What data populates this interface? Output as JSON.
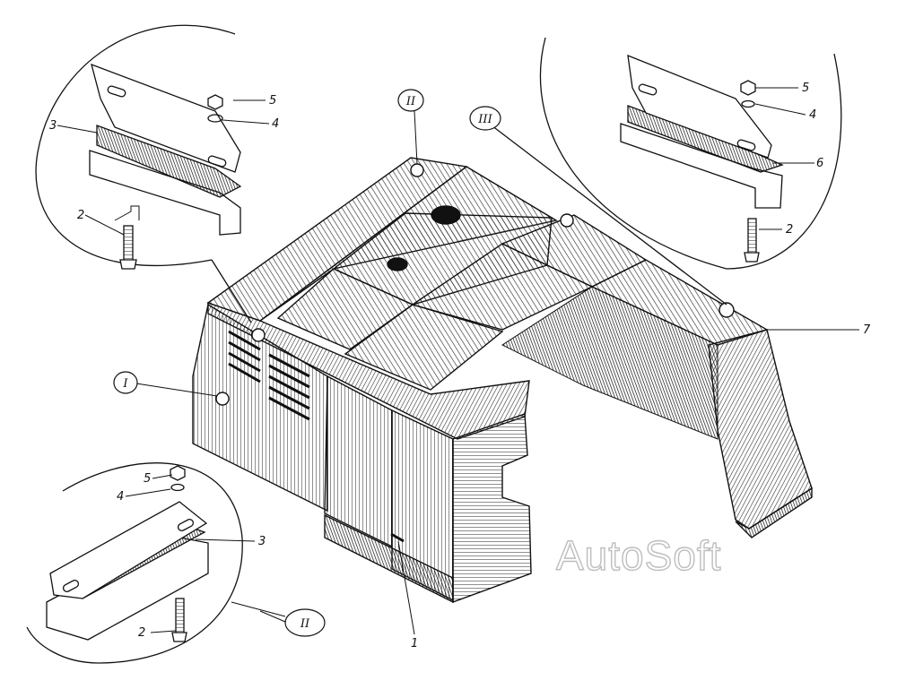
{
  "figure": {
    "callouts": {
      "n1": "1",
      "n7": "7",
      "tl_n2": "2",
      "tl_n3": "3",
      "tl_n4": "4",
      "tl_n5": "5",
      "tr_n2": "2",
      "tr_n4": "4",
      "tr_n5": "5",
      "tr_n6": "6",
      "bl_n2": "2",
      "bl_n3": "3",
      "bl_n4": "4",
      "bl_n5": "5"
    },
    "views": {
      "I": "I",
      "II": "II",
      "III": "III",
      "II_detail": "II"
    },
    "watermark": "AutoSoft"
  }
}
